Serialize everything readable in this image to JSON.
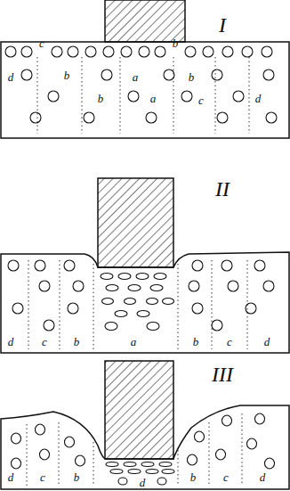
{
  "diagram": {
    "labels": [
      "I",
      "c",
      "b",
      "d",
      "b",
      "a",
      "b",
      "a",
      "b",
      "c",
      "d",
      "II",
      "d",
      "c",
      "b",
      "a",
      "b",
      "c",
      "d",
      "III",
      "d",
      "c",
      "b",
      "d",
      "b",
      "c",
      "d"
    ]
  }
}
